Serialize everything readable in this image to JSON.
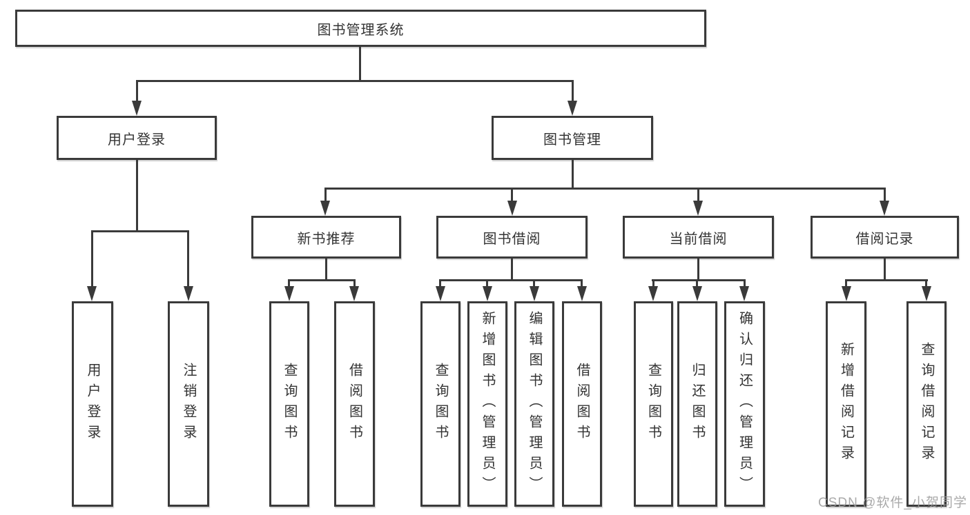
{
  "root": {
    "label": "图书管理系统"
  },
  "branches": [
    {
      "label": "用户登录",
      "children": [
        {
          "label": "用户登录"
        },
        {
          "label": "注销登录"
        }
      ]
    },
    {
      "label": "图书管理",
      "children": [
        {
          "label": "新书推荐",
          "children": [
            {
              "label": "查询图书"
            },
            {
              "label": "借阅图书"
            }
          ]
        },
        {
          "label": "图书借阅",
          "children": [
            {
              "label": "查询图书"
            },
            {
              "label": "新增图书（管理员）"
            },
            {
              "label": "编辑图书（管理员）"
            },
            {
              "label": "借阅图书"
            }
          ]
        },
        {
          "label": "当前借阅",
          "children": [
            {
              "label": "查询图书"
            },
            {
              "label": "归还图书"
            },
            {
              "label": "确认归还（管理员）"
            }
          ]
        },
        {
          "label": "借阅记录",
          "children": [
            {
              "label": "新增借阅记录"
            },
            {
              "label": "查询借阅记录"
            }
          ]
        }
      ]
    }
  ],
  "watermark": {
    "text": "CSDN @软件_小贺同学"
  },
  "colors": {
    "line": "#3a3a3a",
    "text": "#333333",
    "background": "#ffffff",
    "watermark": "#9b9b9b"
  }
}
